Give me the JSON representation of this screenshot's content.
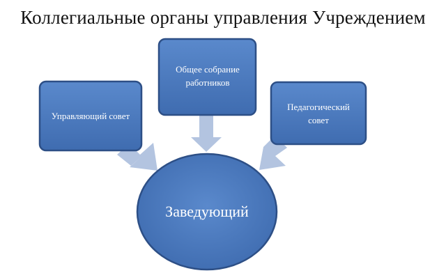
{
  "title": "Коллегиальные органы управления Учреждением",
  "boxes": {
    "managing_council": "Управляющий совет",
    "general_meeting": "Общее собрание работников",
    "pedagogical_council": "Педагогический совет"
  },
  "center": "Заведующий",
  "colors": {
    "box_fill": "#4d7bbf",
    "box_border": "#2d4f86",
    "arrow_fill": "#b3c4e0",
    "text": "#ffffff",
    "title": "#111111"
  }
}
